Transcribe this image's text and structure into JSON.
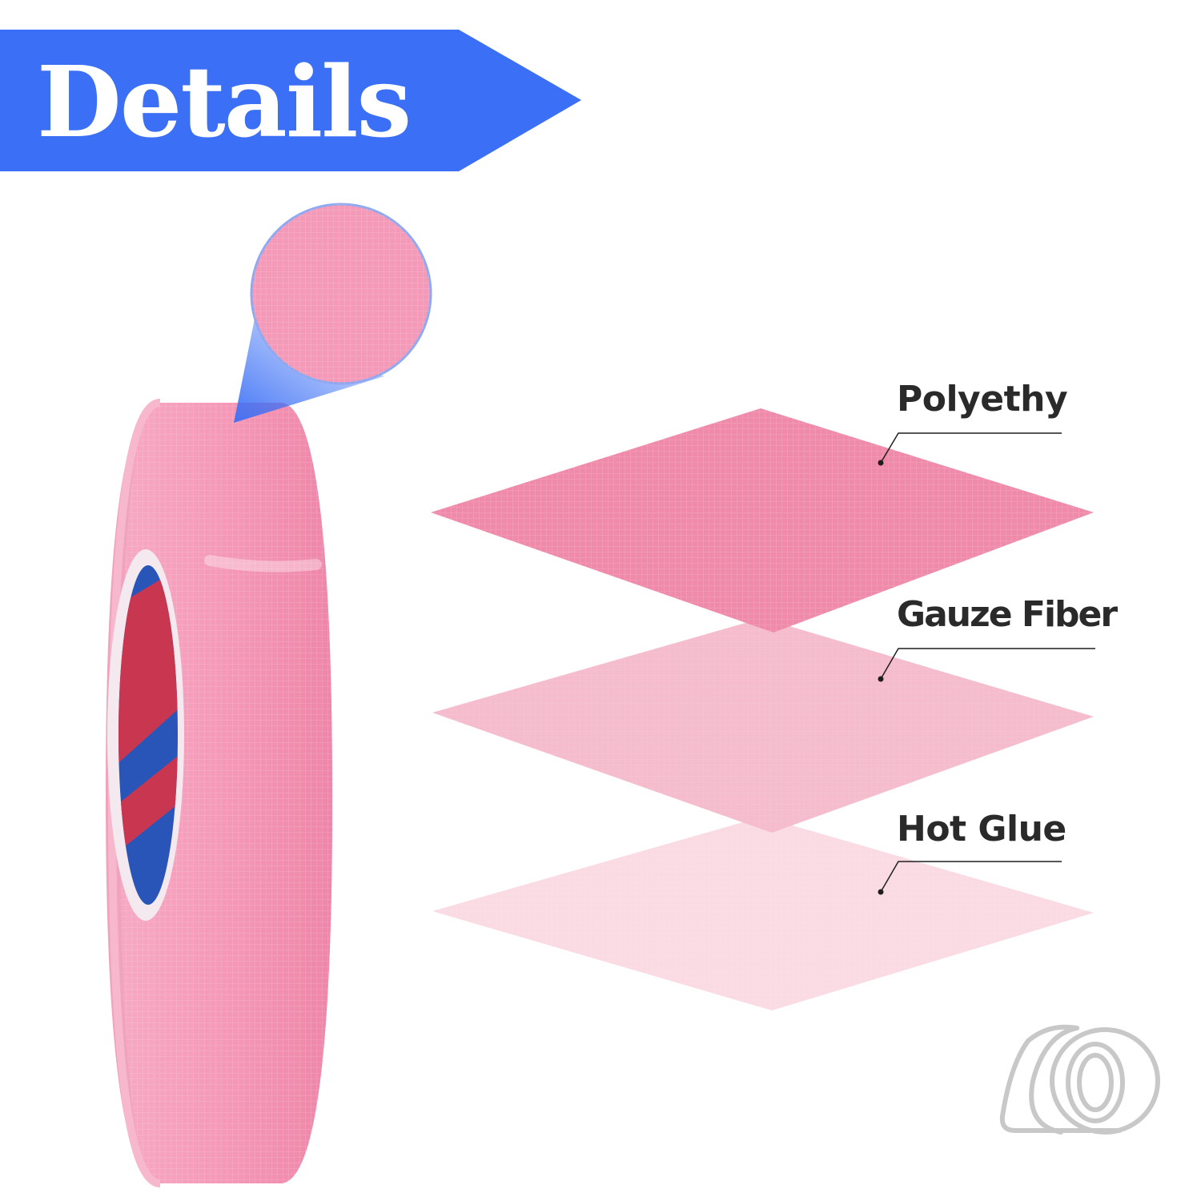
{
  "header": {
    "title": "Details"
  },
  "layers": [
    {
      "label": "Polyethy",
      "color": "#ef8aab"
    },
    {
      "label": "Gauze Fiber",
      "color": "#f4bccd"
    },
    {
      "label": "Hot Glue",
      "color": "#fadbe4"
    }
  ],
  "colors": {
    "banner": "#3b6ff5",
    "tape": "#f49ab8",
    "core_blue": "#2a55b8",
    "core_red": "#c8374f",
    "leader_line": "#1f1f1f",
    "watermark": "#c8c8c8"
  },
  "icons": {
    "zoom_callout": "magnifier-circle",
    "corner_mark": "tape-roll-outline-icon"
  }
}
